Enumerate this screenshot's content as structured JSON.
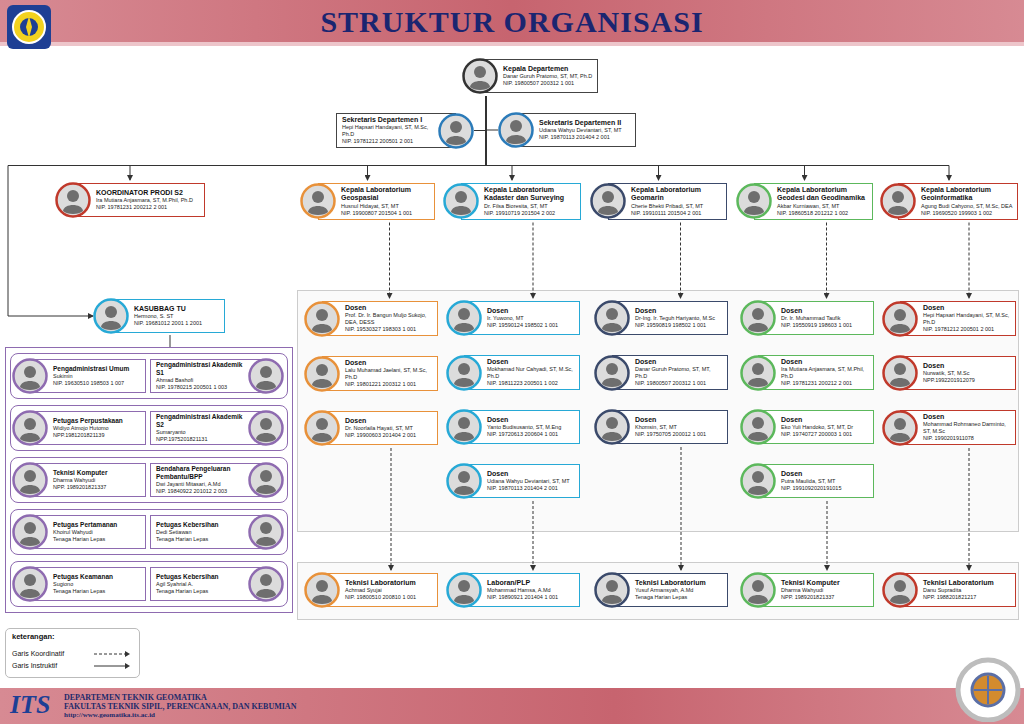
{
  "diagram": {
    "title": "STRUKTUR ORGANISASI",
    "nodes": [
      {
        "text": [
          "Kepala Departemen",
          "Danar Guruh Pratomo, ST, MT, Ph.D",
          "NIP. 19800507 200312 1 001"
        ]
      },
      {
        "text": [
          "Sekretaris Departemen I",
          "Hepi Hapsari Handayani, ST, M.Sc, Ph.D",
          "NIP. 19781212 200501 2 001"
        ]
      },
      {
        "text": [
          "Sekretaris Departemen II",
          "Udiana Wahyu Deviantari, ST, MT",
          "NIP. 19870113 201404 2 001"
        ]
      },
      {
        "text": [
          "KOORDINATOR PRODI S2",
          "Ira Mutiara Anjasmara, ST, M.Phil, Ph.D",
          "NIP. 19781231 200212 2 001"
        ]
      },
      {
        "text": [
          "Kepala Laboratorium Geospasial",
          "Husnul Hidayat, ST, MT",
          "NIP. 19900807 201504 1 001"
        ]
      },
      {
        "text": [
          "Kepala Laboratorium Kadaster dan Surveying",
          "Dr. Filsa Bioresita, ST, MT",
          "NIP. 19910719 201504 2 002"
        ]
      },
      {
        "text": [
          "Kepala Laboratorium Geomarin",
          "Cherie Bhekti Pribadi, ST, MT",
          "NIP. 19910111 201504 2 001"
        ]
      },
      {
        "text": [
          "Kepala Laboratorium Geodesi dan Geodinamika",
          "Akbar Kurniawan, ST, MT",
          "NIP. 19860518 201212 1 002"
        ]
      },
      {
        "text": [
          "Kepala Laboratorium Geoinformatika",
          "Agung Budi Cahyono, ST, M.Sc, DEA",
          "NIP. 19690520 199903 1 002"
        ]
      },
      {
        "text": [
          "KASUBBAG TU",
          "Hermono, S. ST",
          "NIP. 19681012 2001 1 2001"
        ]
      },
      {
        "text": [
          "Pengadministrasi Umum",
          "Sukimin",
          "NIP. 19630510 198503 1 007"
        ]
      },
      {
        "text": [
          "Pengadministrasi Akademik S1",
          "Ahmad Bashofi",
          "NIP. 19780215 200501 1 003"
        ]
      },
      {
        "text": [
          "Petugas Perpustakaan",
          "Widiyo Atmojo Hutomo",
          "NPP.1981201821139"
        ]
      },
      {
        "text": [
          "Pengadministrasi Akademik S2",
          "Sumaryanto",
          "NPP.1975201821131"
        ]
      },
      {
        "text": [
          "Teknisi Komputer",
          "Dharma Wahyudi",
          "NPP. 1989201821337"
        ]
      },
      {
        "text": [
          "Bendahara Pengeluaran Pembantu/BPP",
          "Dwi Jayanti Mitasari, A.Md",
          "NIP. 19840922 201012 2 003"
        ]
      },
      {
        "text": [
          "Petugas Pertamanan",
          "Khoirul Wahyudi",
          "Tenaga Harian Lepas"
        ]
      },
      {
        "text": [
          "Petugas Kebersihan",
          "Dedi Setiawan",
          "Tenaga Harian Lepas"
        ]
      },
      {
        "text": [
          "Petugas Keamanan",
          "Sugiono",
          "Tenaga Harian Lepas"
        ]
      },
      {
        "text": [
          "Petugas Kebersihan",
          "Agil Syahrial A.",
          "Tenaga Harian Lepas"
        ]
      },
      {
        "text": [
          "Dosen",
          "Prof. Dr. Ir. Bangun Muljo Sukojo, DEA, DESS",
          "NIP. 19530327 198303 1 001"
        ]
      },
      {
        "text": [
          "Dosen",
          "Lalu Muhamad Jaelani, ST, M.Sc, Ph.D",
          "NIP. 19801221 200312 1 001"
        ]
      },
      {
        "text": [
          "Dosen",
          "Dr. Noorlaila Hayati, ST, MT",
          "NIP. 19900603 201404 2 001"
        ]
      },
      {
        "text": [
          "Dosen",
          "Ir. Yuwono, MT",
          "NIP. 19590124 198502 1 001"
        ]
      },
      {
        "text": [
          "Dosen",
          "Mokhamad Nur Cahyadi, ST, M.Sc, Ph.D",
          "NIP. 19811223 200501 1 002"
        ]
      },
      {
        "text": [
          "Dosen",
          "Yanto Budisusanto, ST, M.Eng",
          "NIP. 19720613 200604 1 001"
        ]
      },
      {
        "text": [
          "Dosen",
          "Udiana Wahyu Deviantari, ST, MT",
          "NIP. 19870113 201404 2 001"
        ]
      },
      {
        "text": [
          "Dosen",
          "Dr-Ing. Ir. Teguh Hariyanto, M.Sc",
          "NIP. 19590819 198502 1 001"
        ]
      },
      {
        "text": [
          "Dosen",
          "Danar Guruh Pratomo, ST, MT, Ph.D",
          "NIP. 19800507 200312 1 001"
        ]
      },
      {
        "text": [
          "Dosen",
          "Khomsin, ST, MT",
          "NIP. 19750705 200012 1 001"
        ]
      },
      {
        "text": [
          "Dosen",
          "Dr. Ir. Muhammad Taufik",
          "NIP. 19550919 198603 1 001"
        ]
      },
      {
        "text": [
          "Dosen",
          "Ira Mutiara Anjasmara, ST, M.Phil, Ph.D",
          "NIP. 19781231 200212 2 001"
        ]
      },
      {
        "text": [
          "Dosen",
          "Eko Yuli Handoko, ST, MT, Dr",
          "NIP. 19740727 200003 1 001"
        ]
      },
      {
        "text": [
          "Dosen",
          "Putra Maulida, ST, MT",
          "NIP. 1991092020191015"
        ]
      },
      {
        "text": [
          "Dosen",
          "Hepi Hapsari Handayani, ST, M.Sc, Ph.D",
          "NIP. 19781212 200501 2 001"
        ]
      },
      {
        "text": [
          "Dosen",
          "Nurwatik, ST, M.Sc",
          "NPP.1992201912079"
        ]
      },
      {
        "text": [
          "Dosen",
          "Mohammad Rohmaneo Darminto, ST, M.Sc",
          "NIP. 1990201911078"
        ]
      },
      {
        "text": [
          "Teknisi Laboratorium",
          "Achmad Syujai",
          "NIP. 19800510 200810 1 001"
        ]
      },
      {
        "text": [
          "Laboran/PLP",
          "Mohammad Hamsa, A.Md",
          "NIP. 19890921 201404 1 001"
        ]
      },
      {
        "text": [
          "Teknisi Laboratorium",
          "Yusuf Armansyah, A.Md",
          "Tenaga Harian Lepas"
        ]
      },
      {
        "text": [
          "Teknisi Komputer",
          "Dharma Wahyudi",
          "NPP. 1989201821337"
        ]
      },
      {
        "text": [
          "Teknisi Laboratorium",
          "Danu Supradita",
          "NPP. 1988201821217"
        ]
      }
    ],
    "edges": [
      {
        "from": 0,
        "to": 1,
        "arrow": "none"
      },
      {
        "from": 0,
        "to": 2,
        "arrow": "none"
      },
      {
        "from": 0,
        "to": 3,
        "arrow": "to"
      },
      {
        "from": 0,
        "to": 4,
        "arrow": "to"
      },
      {
        "from": 0,
        "to": 5,
        "arrow": "to"
      },
      {
        "from": 0,
        "to": 6,
        "arrow": "to"
      },
      {
        "from": 0,
        "to": 7,
        "arrow": "to"
      },
      {
        "from": 0,
        "to": 8,
        "arrow": "to"
      },
      {
        "from": 0,
        "to": 9,
        "arrow": "to"
      },
      {
        "from": 4,
        "to": 20,
        "arrow": "to"
      },
      {
        "from": 5,
        "to": 23,
        "arrow": "to"
      },
      {
        "from": 6,
        "to": 27,
        "arrow": "to"
      },
      {
        "from": 7,
        "to": 30,
        "arrow": "to"
      },
      {
        "from": 8,
        "to": 34,
        "arrow": "to"
      },
      {
        "from": 22,
        "to": 37,
        "arrow": "to"
      },
      {
        "from": 26,
        "to": 38,
        "arrow": "to"
      },
      {
        "from": 29,
        "to": 39,
        "arrow": "to"
      },
      {
        "from": 33,
        "to": 40,
        "arrow": "to"
      },
      {
        "from": 36,
        "to": 41,
        "arrow": "to"
      }
    ],
    "labels": [
      "ITS",
      "DEPARTEMEN TEKNIK GEOMATIKA",
      "FAKULTAS TEKNIK SIPIL, PERENCANAAN, DAN KEBUMIAN",
      "http://www.geomatika.its.ac.id",
      "keterangan:"
    ],
    "legend": [
      {
        "text": "Garis Koordinatif"
      },
      {
        "text": "Garis Instruktif"
      }
    ]
  }
}
